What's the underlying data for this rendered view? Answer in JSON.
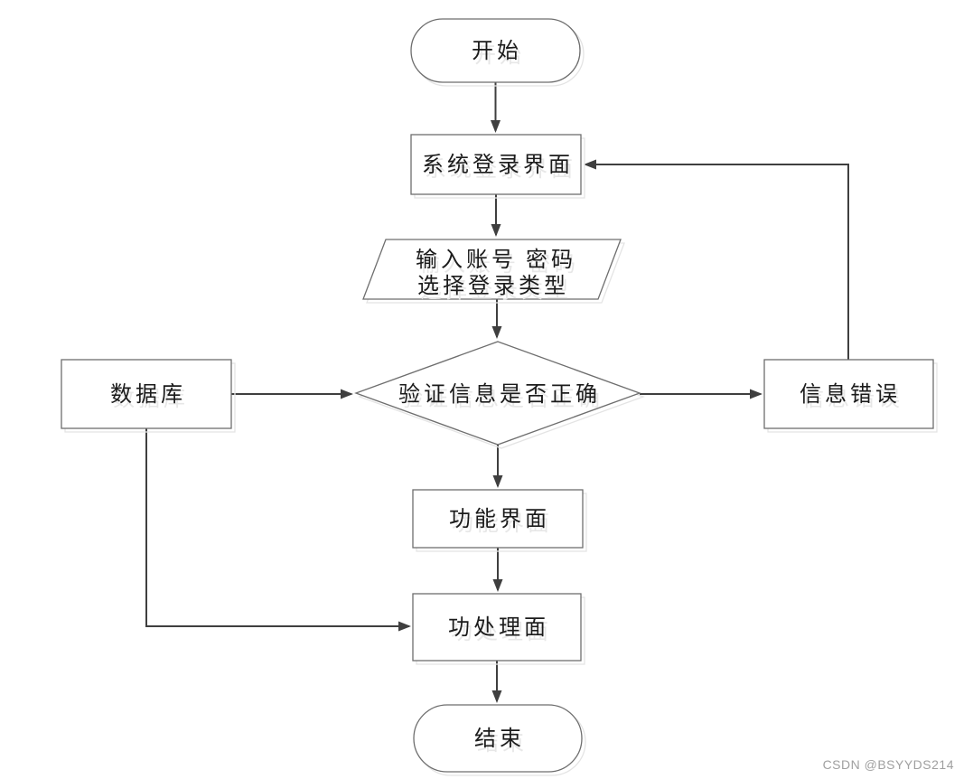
{
  "diagram": {
    "type": "flowchart",
    "language": "zh-CN",
    "nodes": {
      "start": {
        "label": "开始",
        "shape": "terminator"
      },
      "login": {
        "label": "系统登录界面",
        "shape": "process"
      },
      "input": {
        "label_line1": "输入账号 密码",
        "label_line2": "选择登录类型",
        "shape": "input-output"
      },
      "verify": {
        "label": "验证信息是否正确",
        "shape": "decision"
      },
      "database": {
        "label": "数据库",
        "shape": "process"
      },
      "error": {
        "label": "信息错误",
        "shape": "process"
      },
      "function": {
        "label": "功能界面",
        "shape": "process"
      },
      "process": {
        "label": "功处理面",
        "shape": "process"
      },
      "end": {
        "label": "结束",
        "shape": "terminator"
      }
    },
    "edges": [
      {
        "from": "start",
        "to": "login",
        "arrow": true
      },
      {
        "from": "login",
        "to": "input",
        "arrow": true
      },
      {
        "from": "input",
        "to": "verify",
        "arrow": true
      },
      {
        "from": "database",
        "to": "verify",
        "arrow": true
      },
      {
        "from": "verify",
        "to": "error",
        "arrow": true
      },
      {
        "from": "error",
        "to": "login",
        "arrow": true
      },
      {
        "from": "verify",
        "to": "function",
        "arrow": true
      },
      {
        "from": "function",
        "to": "process",
        "arrow": true
      },
      {
        "from": "database",
        "to": "process",
        "arrow": true
      },
      {
        "from": "process",
        "to": "end",
        "arrow": true
      }
    ],
    "colors": {
      "background": "#ffffff",
      "line": "#3f3f3f",
      "shape_border": "#6e6e6e",
      "shadow": "#e4e4e4",
      "text": "#1b1b1b",
      "watermark": "#a0a0a0"
    }
  },
  "watermark": {
    "text": "CSDN @BSYYDS214"
  }
}
